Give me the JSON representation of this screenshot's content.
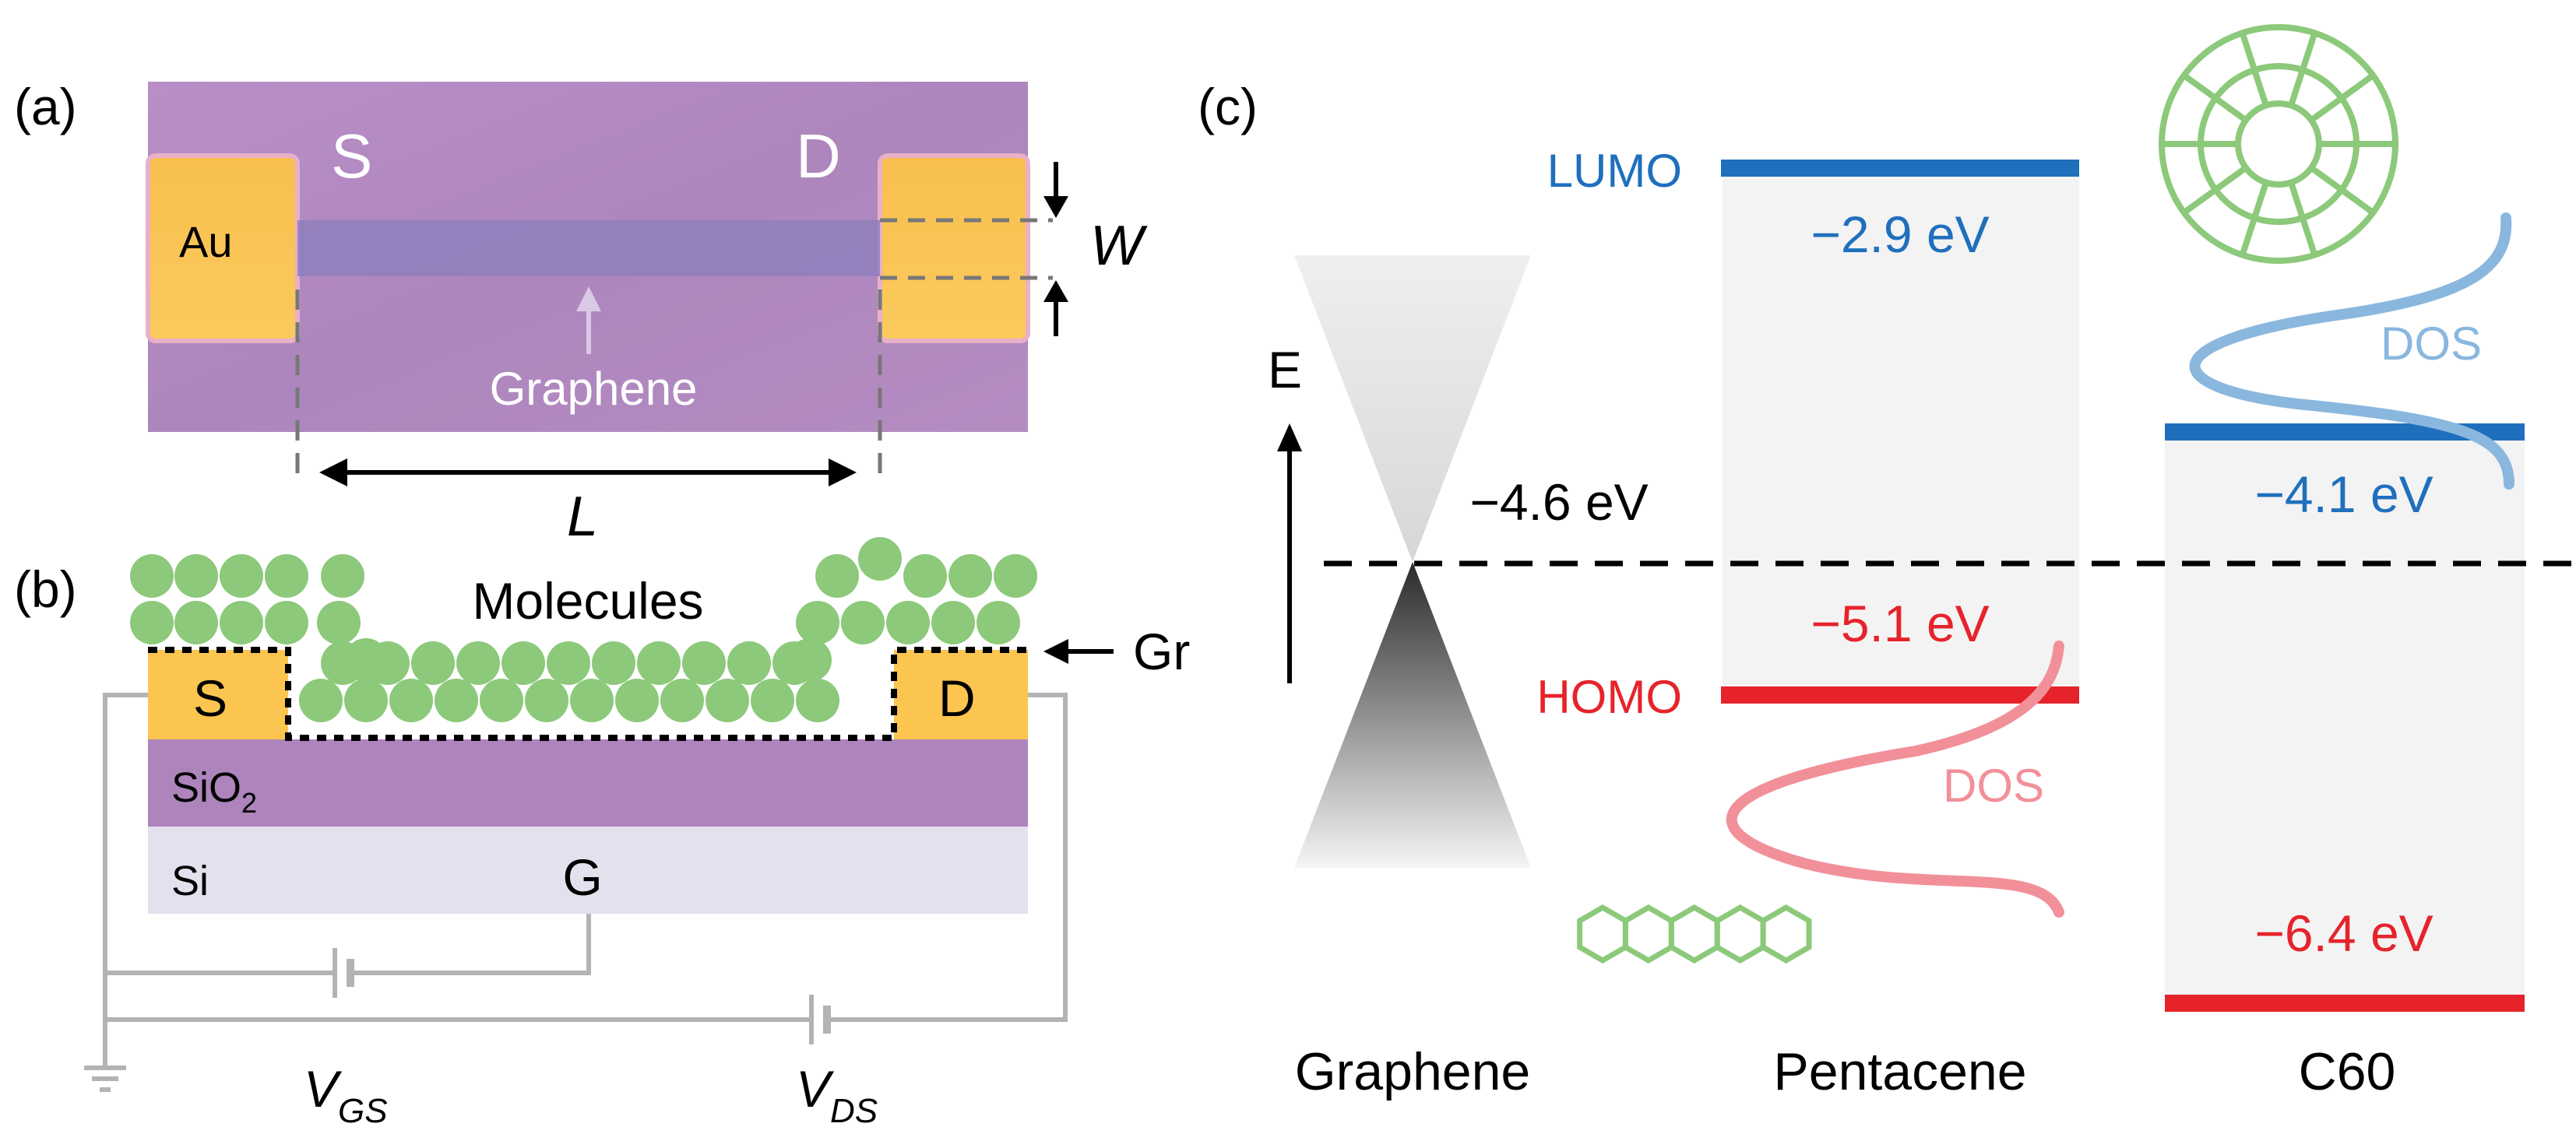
{
  "panel_a": {
    "label": "(a)",
    "electrode_label": "Au",
    "source_label": "S",
    "drain_label": "D",
    "channel_label": "Graphene",
    "width_label": "W",
    "length_label": "L"
  },
  "panel_b": {
    "label": "(b)",
    "molecules_label": "Molecules",
    "graphene_label": "Gr",
    "source_label": "S",
    "drain_label": "D",
    "oxide_label": "SiO",
    "oxide_subscript": "2",
    "substrate_label": "Si",
    "gate_label": "G",
    "vgs_main": "V",
    "vgs_sub": "GS",
    "vds_main": "V",
    "vds_sub": "DS"
  },
  "panel_c": {
    "label": "(c)",
    "energy_axis_label": "E",
    "graphene": {
      "name": "Graphene",
      "level_label": "−4.6 eV"
    },
    "pentacene": {
      "name": "Pentacene",
      "lumo_tag": "LUMO",
      "homo_tag": "HOMO",
      "lumo_label": "−2.9 eV",
      "homo_label": "−5.1 eV",
      "dos_label": "DOS"
    },
    "c60": {
      "name": "C60",
      "lumo_label": "−4.1 eV",
      "homo_label": "−6.4 eV",
      "dos_label": "DOS"
    }
  },
  "colors": {
    "gold": "#fbc54f",
    "purple": "#b086be",
    "oxide": "#ad84bc",
    "silicon": "#e4e0ee",
    "molecule": "#8cc97a",
    "lumo_blue": "#1f6fbd",
    "homo_red": "#e6232b",
    "dos_blue": "#8ab7de",
    "dos_red": "#f2909a",
    "wire": "#b3b3b3"
  }
}
